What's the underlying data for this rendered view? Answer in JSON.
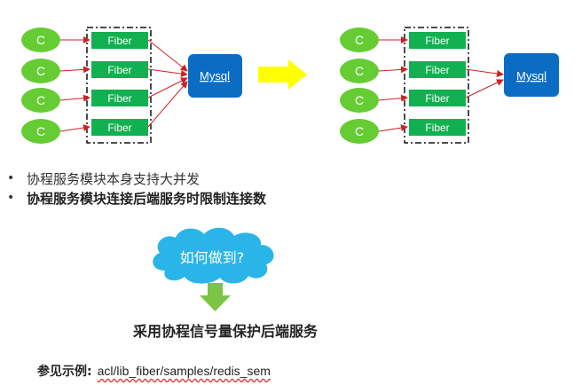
{
  "left_diagram": {
    "clients": [
      "C",
      "C",
      "C",
      "C"
    ],
    "fibers": [
      "Fiber",
      "Fiber",
      "Fiber",
      "Fiber"
    ],
    "db": "Mysql"
  },
  "right_diagram": {
    "clients": [
      "C",
      "C",
      "C",
      "C"
    ],
    "fibers": [
      "Fiber",
      "Fiber",
      "Fiber",
      "Fiber"
    ],
    "db": "Mysql"
  },
  "bullets": [
    {
      "text": "协程服务模块本身支持大并发",
      "bold": false
    },
    {
      "text": "协程服务模块连接后端服务时限制连接数",
      "bold": true
    }
  ],
  "cloud_text": "如何做到?",
  "answer": "采用协程信号量保护后端服务",
  "see_also": {
    "label": "参见示例:",
    "path": "acl/lib_fiber/samples/redis_sem"
  },
  "colors": {
    "client_green": "#66cc33",
    "fiber_green": "#11b050",
    "mysql_blue": "#0b6cc4",
    "cloud_blue": "#29b5e8",
    "arrow_yellow": "#ffff00",
    "down_arrow_green": "#7cc443",
    "link_red": "#cc2222"
  }
}
